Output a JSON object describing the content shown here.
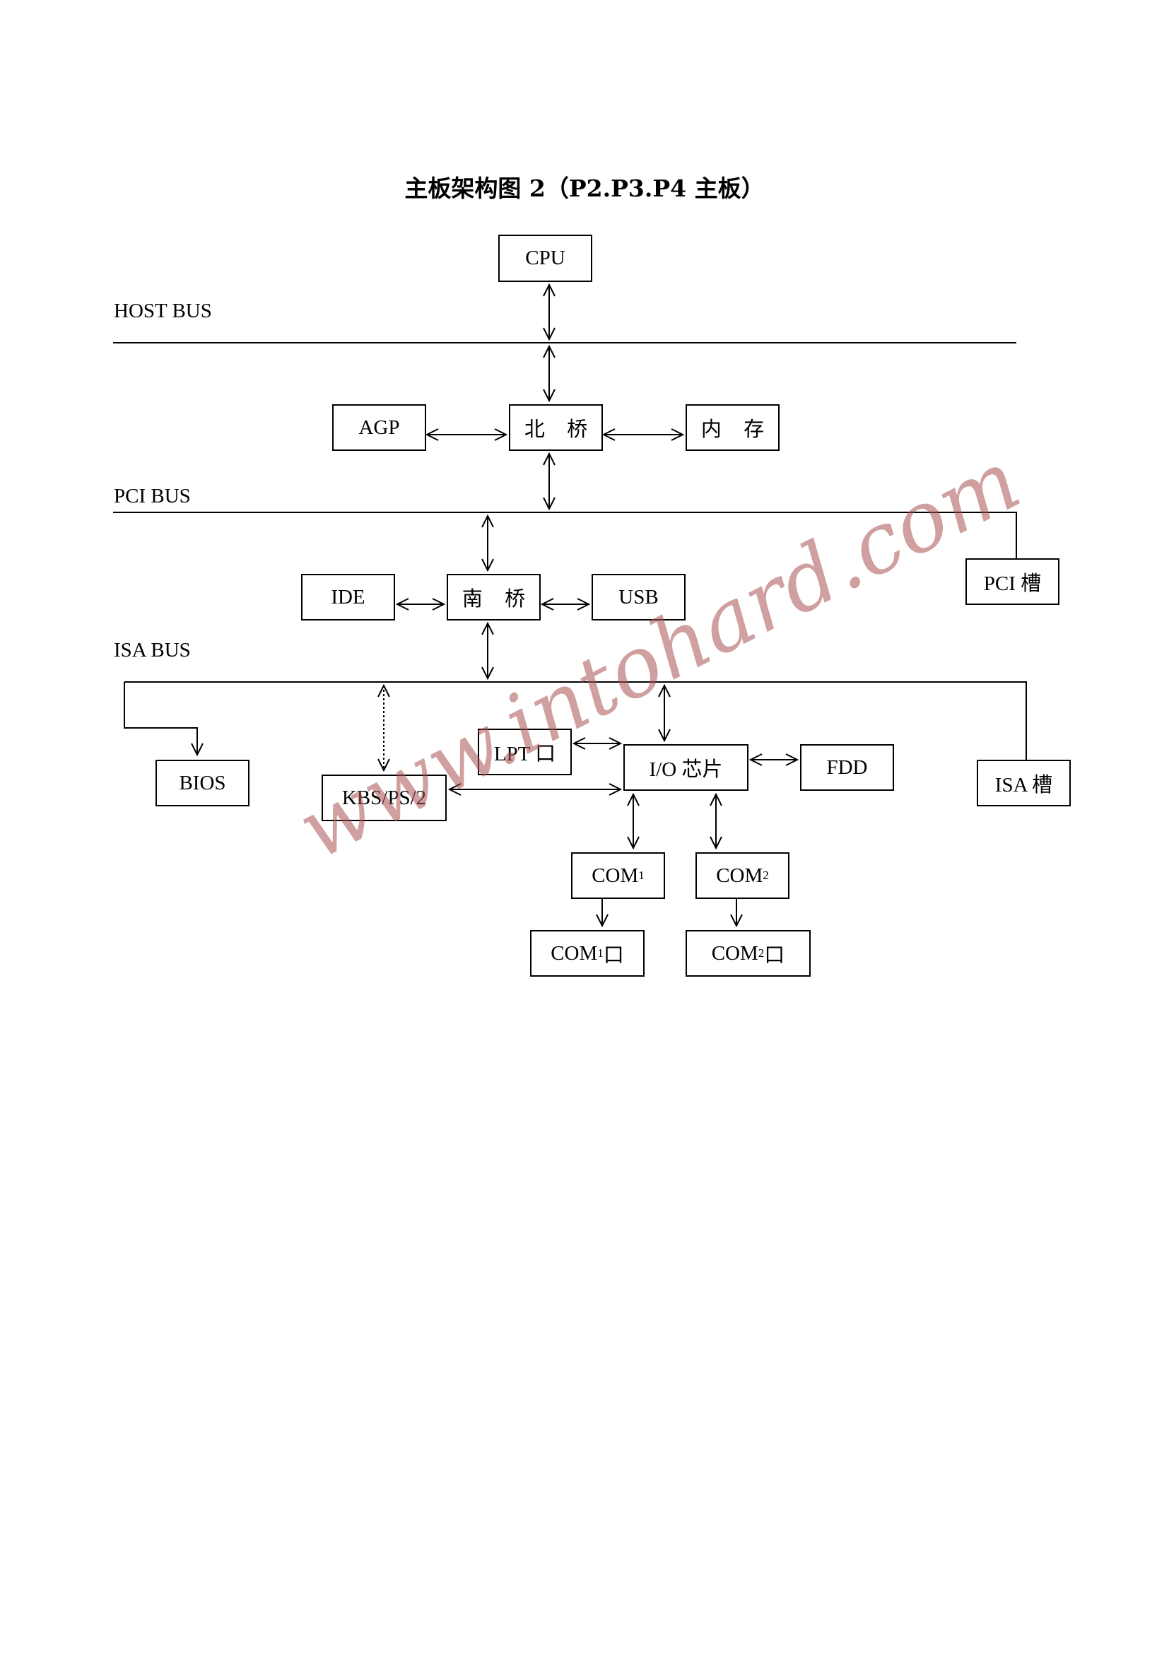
{
  "title": "主板架构图 2（P2.P3.P4 主板）",
  "buses": {
    "host": "HOST BUS",
    "pci": "PCI BUS",
    "isa": "ISA BUS"
  },
  "nodes": {
    "cpu": "CPU",
    "agp": "AGP",
    "north_bridge": "北 桥",
    "memory": "内 存",
    "pci_slot": "PCI 槽",
    "ide": "IDE",
    "south_bridge": "南 桥",
    "usb": "USB",
    "bios": "BIOS",
    "kbs": "KBS/PS/2",
    "lpt": "LPT 口",
    "io_chip": "I/O 芯片",
    "fdd": "FDD",
    "isa_slot": "ISA 槽",
    "com1": {
      "base": "COM",
      "sub": "1",
      "suffix": ""
    },
    "com2": {
      "base": "COM",
      "sub": "2",
      "suffix": ""
    },
    "com1_port": {
      "base": "COM",
      "sub": "1",
      "suffix": "口"
    },
    "com2_port": {
      "base": "COM",
      "sub": "2",
      "suffix": "口"
    }
  },
  "watermark": "www.intohard.com"
}
